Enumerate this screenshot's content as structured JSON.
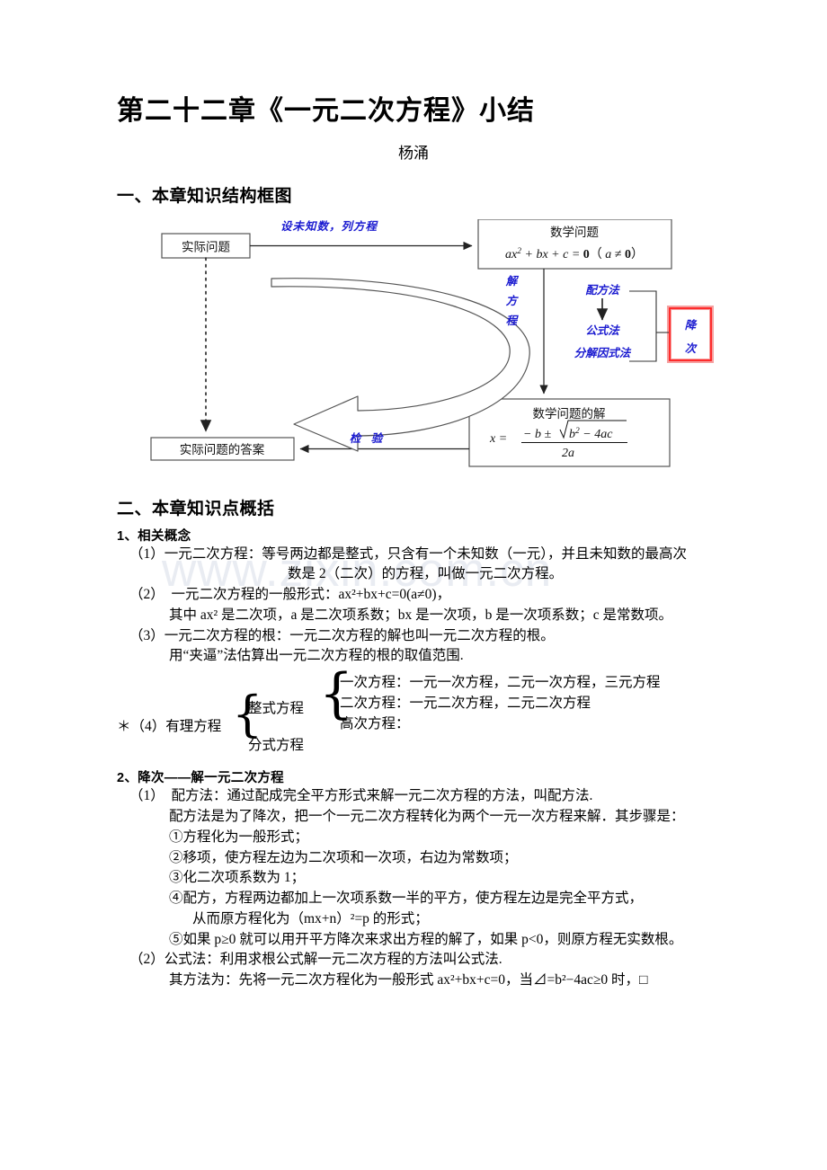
{
  "document": {
    "title": "第二十二章《一元二次方程》小结",
    "author": "杨涌",
    "watermark": "www.zixin.com.cn"
  },
  "section1": {
    "heading": "一、本章知识结构框图",
    "diagram": {
      "boxes": {
        "real_problem": "实际问题",
        "math_problem_title": "数学问题",
        "math_problem_formula": "ax² + bx + c = 0（a ≠ 0）",
        "math_solution_title": "数学问题的解",
        "math_solution_formula": "x = (−b ± √(b²−4ac)) / 2a",
        "real_answer": "实际问题的答案",
        "reduce_degree_line1": "降",
        "reduce_degree_line2": "次"
      },
      "labels": {
        "set_unknown": "设未知数，列方程",
        "solve_equation": "解方程",
        "solve_eq_chars": [
          "解",
          "方",
          "程"
        ],
        "check": "检　验",
        "method_complete_square": "配方法",
        "method_formula": "公式法",
        "method_factorization": "分解因式法"
      },
      "colors": {
        "label_blue": "#1b1bd0",
        "box_border": "#555555",
        "reduce_border": "#ff2020",
        "reduce_border_inner": "#f6a0a0"
      }
    }
  },
  "section2": {
    "heading": "二、本章知识点概括",
    "sub1": {
      "heading": "1、相关概念",
      "lines": [
        "（1）一元二次方程：等号两边都是整式，只含有一个未知数（一元），并且未知数的最高次",
        "数是 2（二次）的方程，叫做一元二次方程。",
        "（2）　一元二次方程的一般形式：ax²+bx+c=0(a≠0)，",
        "其中 ax² 是二次项，a 是二次项系数；bx 是一次项，b 是一次项系数；c 是常数项。",
        "（3）一元二次方程的根：一元二次方程的解也叫一元二次方程的根。",
        "用“夹逼”法估算出一元二次方程的根的取值范围."
      ],
      "rational_tree": {
        "root": "＊（4）有理方程",
        "branch1": "整式方程",
        "branch2": "分式方程",
        "leaves": [
          "一次方程：一元一次方程，二元一次方程，三元方程",
          "二次方程：一元二次方程，二元二次方程",
          "高次方程："
        ]
      }
    },
    "sub2": {
      "heading": "2、降次——解一元二次方程",
      "lines": [
        "（1）　配方法：通过配成完全平方形式来解一元二次方程的方法，叫配方法.",
        "配方法是为了降次，把一个一元二次方程转化为两个一元一次方程来解．其步骤是：",
        "①方程化为一般形式；",
        "②移项，使方程左边为二次项和一次项，右边为常数项；",
        "③化二次项系数为 1；",
        "④配方，方程两边都加上一次项系数一半的平方，使方程左边是完全平方式，",
        "从而原方程化为（mx+n）²=p 的形式；",
        "⑤如果 p≥0 就可以用开平方降次来求出方程的解了，如果 p<0，则原方程无实数根。",
        "（2）公式法：利用求根公式解一元二次方程的方法叫公式法.",
        "其方法为：先将一元二次方程化为一般形式 ax²+bx+c=0，当⊿=b²−4ac≥0 时，□"
      ]
    }
  }
}
